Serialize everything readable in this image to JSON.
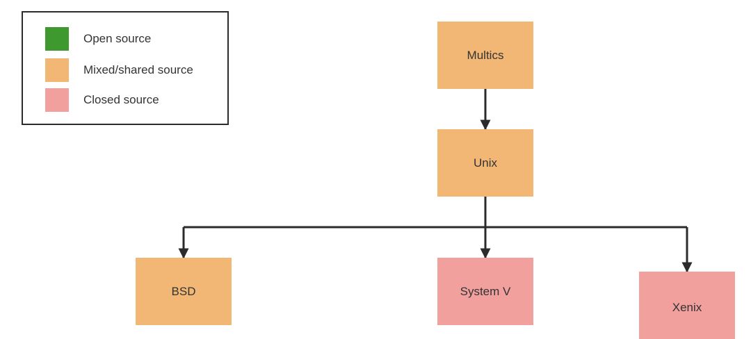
{
  "colors": {
    "open": "#3e9a2f",
    "mixed": "#f2b774",
    "closed": "#f2a09e",
    "edge": "#2b2b2b"
  },
  "legend": {
    "items": [
      {
        "label": "Open source",
        "color_key": "open"
      },
      {
        "label": "Mixed/shared source",
        "color_key": "mixed"
      },
      {
        "label": "Closed source",
        "color_key": "closed"
      }
    ]
  },
  "nodes": {
    "multics": {
      "label": "Multics",
      "color_key": "mixed"
    },
    "unix": {
      "label": "Unix",
      "color_key": "mixed"
    },
    "bsd": {
      "label": "BSD",
      "color_key": "mixed"
    },
    "sysv": {
      "label": "System V",
      "color_key": "closed"
    },
    "xenix": {
      "label": "Xenix",
      "color_key": "closed"
    }
  },
  "edges": [
    {
      "from": "multics",
      "to": "unix"
    },
    {
      "from": "unix",
      "to": "bsd"
    },
    {
      "from": "unix",
      "to": "sysv"
    },
    {
      "from": "unix",
      "to": "xenix"
    }
  ]
}
